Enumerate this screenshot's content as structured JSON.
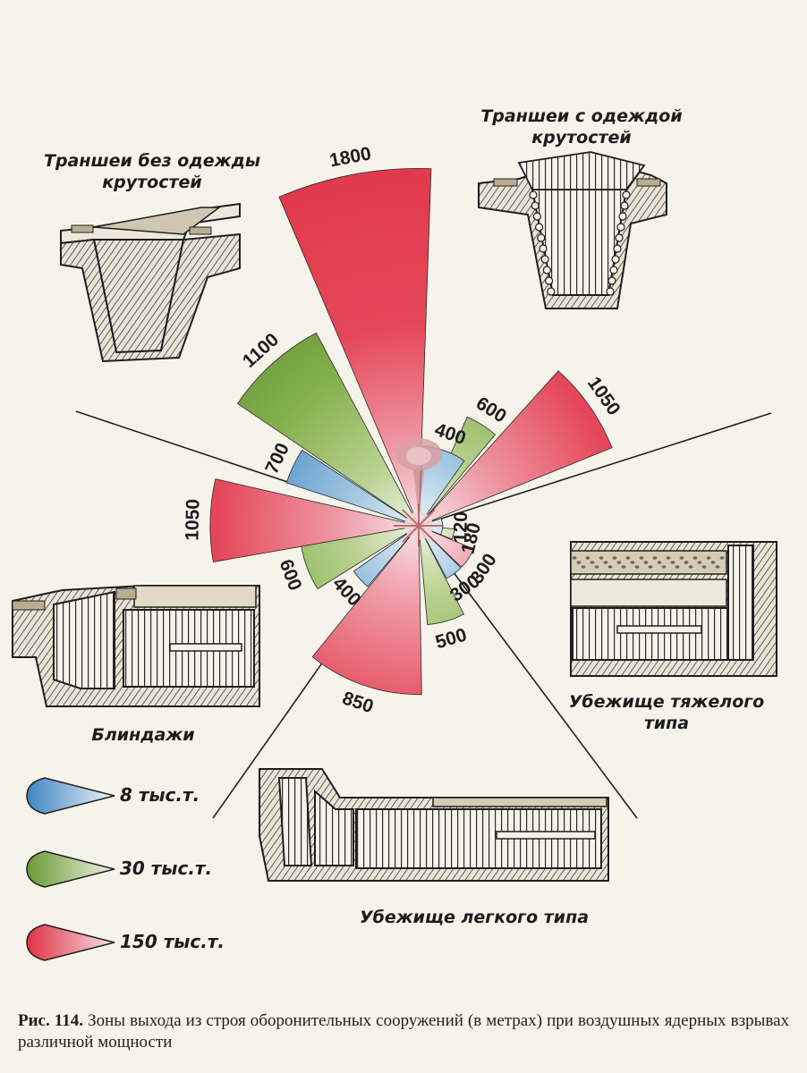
{
  "legend": [
    {
      "label": "8 тыс.т.",
      "color": "#5f9fd0"
    },
    {
      "label": "30 тыс.т.",
      "color": "#7dab45"
    },
    {
      "label": "150 тыс.т.",
      "color": "#e43d4c"
    }
  ],
  "structures": [
    {
      "key": "trench_unlined",
      "lines": [
        "Траншеи без одежды",
        "крутостей"
      ]
    },
    {
      "key": "trench_lined",
      "lines": [
        "Траншеи с одеждой",
        "крутостей"
      ]
    },
    {
      "key": "dugout",
      "lines": [
        "Блиндажи"
      ]
    },
    {
      "key": "heavy_shelter",
      "lines": [
        "Убежище тяжелого",
        "типа"
      ]
    },
    {
      "key": "light_shelter",
      "lines": [
        "Убежище легкого типа"
      ]
    }
  ],
  "sectors": {
    "trench_unlined": [
      {
        "power": "8 тыс.т.",
        "value": "700"
      },
      {
        "power": "30 тыс.т.",
        "value": "1100"
      },
      {
        "power": "150 тыс.т.",
        "value": "1800"
      }
    ],
    "trench_lined": [
      {
        "power": "8 тыс.т.",
        "value": "400"
      },
      {
        "power": "30 тыс.т.",
        "value": "600"
      },
      {
        "power": "150 тыс.т.",
        "value": "1050"
      }
    ],
    "heavy_shelter": [
      {
        "power": "8 тыс.т.",
        "value": "120"
      },
      {
        "power": "30 тыс.т.",
        "value": "180"
      },
      {
        "power": "150 тыс.т.",
        "value": "300"
      }
    ],
    "light_shelter": [
      {
        "power": "8 тыс.т.",
        "value": "300"
      },
      {
        "power": "30 тыс.т.",
        "value": "500"
      },
      {
        "power": "150 тыс.т.",
        "value": "850"
      }
    ],
    "dugout": [
      {
        "power": "8 тыс.т.",
        "value": "400"
      },
      {
        "power": "30 тыс.т.",
        "value": "600"
      },
      {
        "power": "150 тыс.т.",
        "value": "1050"
      }
    ]
  },
  "caption": {
    "fig_no": "Рис. 114.",
    "text": "Зоны выхода из строя оборонительных сооружений (в метрах) при воздушных ядерных взрывах различной мощности"
  }
}
